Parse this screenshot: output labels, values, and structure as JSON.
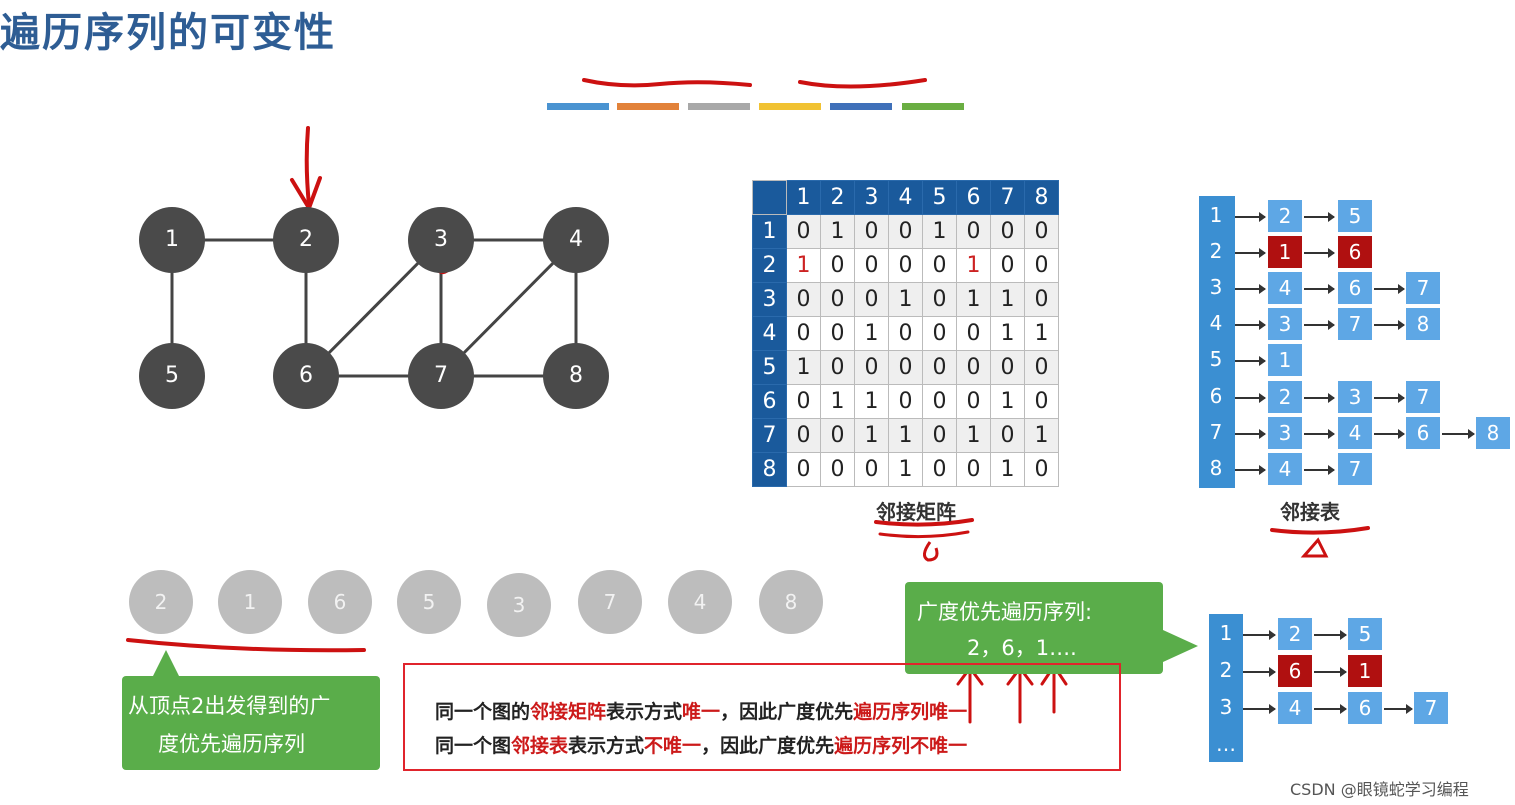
{
  "title": "遍历序列的可变性",
  "color_bar": [
    "#4a93d1",
    "#e2823a",
    "#a8a8a8",
    "#f1c232",
    "#3f70b9",
    "#6aae42"
  ],
  "graph": {
    "nodes": [
      "1",
      "2",
      "3",
      "4",
      "5",
      "6",
      "7",
      "8"
    ]
  },
  "matrix": {
    "label": "邻接矩阵",
    "headers": [
      "1",
      "2",
      "3",
      "4",
      "5",
      "6",
      "7",
      "8"
    ],
    "rows": [
      [
        "0",
        "1",
        "0",
        "0",
        "1",
        "0",
        "0",
        "0"
      ],
      [
        "1",
        "0",
        "0",
        "0",
        "0",
        "1",
        "0",
        "0"
      ],
      [
        "0",
        "0",
        "0",
        "1",
        "0",
        "1",
        "1",
        "0"
      ],
      [
        "0",
        "0",
        "1",
        "0",
        "0",
        "0",
        "1",
        "1"
      ],
      [
        "1",
        "0",
        "0",
        "0",
        "0",
        "0",
        "0",
        "0"
      ],
      [
        "0",
        "1",
        "1",
        "0",
        "0",
        "0",
        "1",
        "0"
      ],
      [
        "0",
        "0",
        "1",
        "1",
        "0",
        "1",
        "0",
        "1"
      ],
      [
        "0",
        "0",
        "0",
        "1",
        "0",
        "0",
        "1",
        "0"
      ]
    ]
  },
  "adj_list": {
    "label": "邻接表",
    "heads": [
      "1",
      "2",
      "3",
      "4",
      "5",
      "6",
      "7",
      "8"
    ],
    "lists": [
      [
        "2",
        "5"
      ],
      [
        "1",
        "6"
      ],
      [
        "4",
        "6",
        "7"
      ],
      [
        "3",
        "7",
        "8"
      ],
      [
        "1"
      ],
      [
        "2",
        "3",
        "7"
      ],
      [
        "3",
        "4",
        "6",
        "8"
      ],
      [
        "4",
        "7"
      ]
    ]
  },
  "adj_list2": {
    "heads": [
      "1",
      "2",
      "3",
      "…"
    ],
    "lists": [
      [
        "2",
        "5"
      ],
      [
        "6",
        "1"
      ],
      [
        "4",
        "6",
        "7"
      ]
    ]
  },
  "bfs_sequence": [
    "2",
    "1",
    "6",
    "5",
    "3",
    "7",
    "4",
    "8"
  ],
  "callout_left": {
    "line1": "从顶点2出发得到的广",
    "line2": "度优先遍历序列"
  },
  "callout_right": {
    "line1": "广度优先遍历序列:",
    "line2": "2，6，1…."
  },
  "statement": {
    "l1": [
      "同一个图的",
      "邻接矩阵",
      "表示方式",
      "唯一",
      "，因此广度优先",
      "遍历序列",
      "唯一"
    ],
    "l2": [
      "同一个图",
      "邻接表",
      "表示方式",
      "不唯一",
      "，因此广度优先",
      "遍历序列",
      "不唯一"
    ]
  },
  "watermark": "CSDN @眼镜蛇学习编程"
}
